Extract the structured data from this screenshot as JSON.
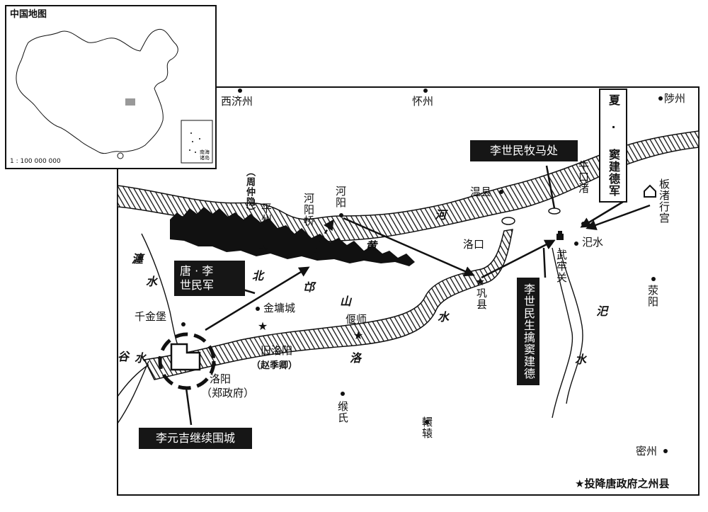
{
  "inset": {
    "title": "中国地图",
    "scale": "1 : 100 000 000",
    "sea_label": "南海诸岛"
  },
  "legend": {
    "symbol": "★",
    "text": "投降唐政府之州县"
  },
  "places": {
    "xijizhou": "西济州",
    "huaizhou": "怀州",
    "shanzhou": "陟州",
    "wenxian": "温县",
    "niukouzhu": "牛口渚",
    "banzhu": "板渚行宫",
    "zhouzhongyin": "（周仲隐）",
    "pingzhou": "平州",
    "heyangqiao": "河阳桥",
    "heyang": "河阳",
    "luokou": "洛口",
    "sishui_town": "汜水",
    "hulaoguan": "武牢关",
    "xingyang": "荥阳",
    "qianjinbao": "千金堡",
    "jinyongcheng": "金墉城",
    "yanshi": "偃师",
    "gongxian": "巩县",
    "jiuluoyang": "旧洛阳",
    "zhaojiqing": "（赵季卿）",
    "luoyang": "洛阳",
    "zhengzhengfu": "（郑政府）",
    "goushi": "缑氏",
    "huanyuan": "轘辕",
    "mizhou": "密州"
  },
  "features": {
    "he1": "河",
    "huang": "黄",
    "beimang1": "北",
    "beimang2": "邙",
    "shan": "山",
    "chan1": "瀍",
    "chan2": "水",
    "gu1": "谷",
    "gu2": "水",
    "luo1": "洛",
    "luo2": "水",
    "si1": "汜",
    "si2": "水"
  },
  "callouts": {
    "tang_army": "唐 · 李\n世民军",
    "xia_army": "夏 · 窦建德军",
    "horse_pasture": "李世民牧马处",
    "capture": "李世民生擒窦建德",
    "siege": "李元吉继续围城"
  }
}
